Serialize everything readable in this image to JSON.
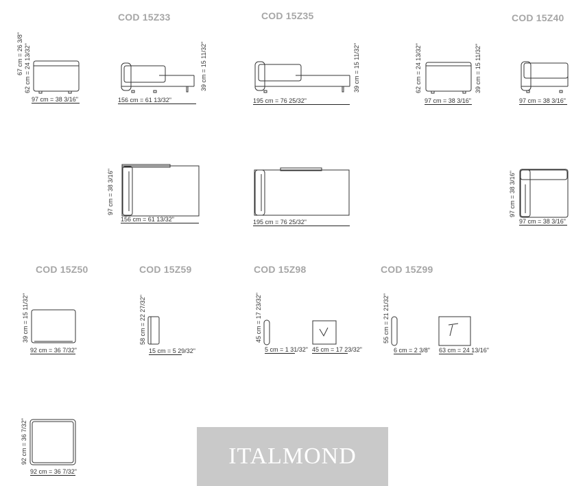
{
  "codes": [
    "COD 15Z33",
    "COD 15Z35",
    "COD 15Z40",
    "COD 15Z50",
    "COD 15Z59",
    "COD 15Z98",
    "COD 15Z99"
  ],
  "dims": {
    "w97": "97 cm = 38 3/16\"",
    "w156": "156 cm = 61 13/32\"",
    "w195": "195 cm = 76 25/32\"",
    "w92": "92 cm = 36 7/32\"",
    "w15": "15 cm = 5 29/32\"",
    "w5": "5 cm = 1 31/32\"",
    "w45": "45 cm = 17 23/32\"",
    "w6": "6 cm = 2 3/8\"",
    "w63": "63 cm = 24 13/16\"",
    "h67": "67 cm = 26 3/8\"",
    "h62": "62 cm = 24 13/32\"",
    "h39": "39 cm = 15 11/32\"",
    "h97": "97 cm = 38 3/16\"",
    "h58": "58 cm = 22 27/32\"",
    "h45": "45 cm = 17 23/32\"",
    "h55": "55 cm = 21 21/32\"",
    "h92": "92 cm = 36 7/32\""
  },
  "watermark": "ITALMOND"
}
